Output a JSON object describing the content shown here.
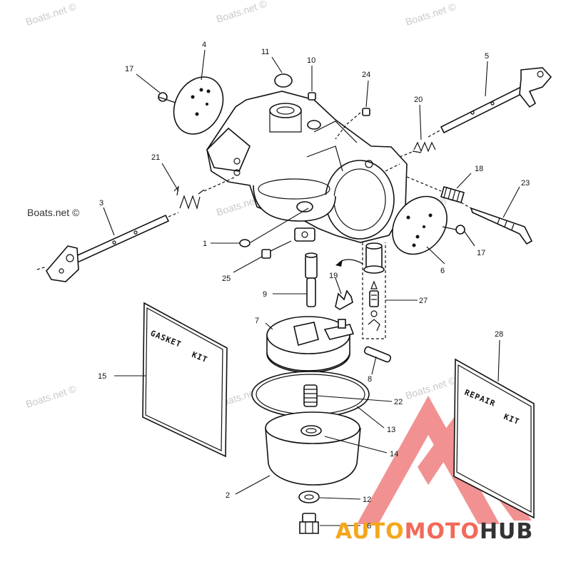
{
  "watermarks": [
    "Boats.net ©",
    "Boats.net ©",
    "Boats.net ©",
    "Boats.net ©",
    "Boats.net ©",
    "Boats.net ©",
    "Boats.net ©",
    "Boats.net ©",
    "Boats.net ©"
  ],
  "callouts": {
    "c1": "1",
    "c2": "2",
    "c3": "3",
    "c4": "4",
    "c5": "5",
    "c6": "6",
    "c7": "7",
    "c8": "8",
    "c9": "9",
    "c10": "10",
    "c11": "11",
    "c12": "12",
    "c13": "13",
    "c14": "14",
    "c15": "15",
    "c16": "16",
    "c17a": "17",
    "c17b": "17",
    "c18": "18",
    "c19": "19",
    "c20": "20",
    "c21": "21",
    "c22": "22",
    "c23": "23",
    "c24": "24",
    "c25": "25",
    "c27": "27",
    "c28": "28"
  },
  "gasket_kit": {
    "line1": "GASKET",
    "line2": "KIT"
  },
  "repair_kit": {
    "line1": "REPAIR",
    "line2": "KIT"
  },
  "logo": {
    "part1": "AUTO",
    "part2": "MOTO",
    "part3": "HUB",
    "colors": {
      "auto": "#f4a71c",
      "moto": "#f26a5a",
      "hub": "#333333",
      "triangle": "#f07e7e"
    }
  }
}
